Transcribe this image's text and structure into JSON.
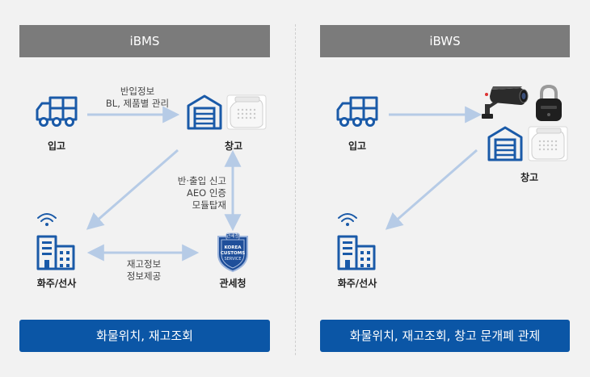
{
  "left_panel": {
    "title": "iBMS",
    "nodes": {
      "inbound": "입고",
      "warehouse": "창고",
      "owner": "화주/선사",
      "customs": "관세청"
    },
    "edges": {
      "inbound_to_warehouse_line1": "반입정보",
      "inbound_to_warehouse_line2": "BL, 제품별 관리",
      "warehouse_customs_line1": "반·출입 신고",
      "warehouse_customs_line2": "AEO 인증",
      "warehouse_customs_line3": "모듈탑재",
      "owner_customs_line1": "재고정보",
      "owner_customs_line2": "정보제공"
    },
    "badge": {
      "top": "관세청",
      "line1": "KOREA",
      "line2": "CUSTOMS",
      "line3": "SERVICE"
    },
    "footer": "화물위치, 재고조회"
  },
  "right_panel": {
    "title": "iBWS",
    "nodes": {
      "inbound": "입고",
      "warehouse": "창고",
      "owner": "화주/선사"
    },
    "footer": "화물위치, 재고조회, 창고 문개폐 관제"
  },
  "colors": {
    "panel_title_bg": "#7b7b7b",
    "footer_bg": "#0b56a6",
    "icon_blue": "#1a5aa8",
    "arrow": "#b6cbe6"
  },
  "icons": [
    "truck-icon",
    "warehouse-icon",
    "sensor-device-icon",
    "building-icon",
    "wifi-icon",
    "customs-badge-icon",
    "cctv-camera-icon",
    "smart-lock-icon"
  ]
}
